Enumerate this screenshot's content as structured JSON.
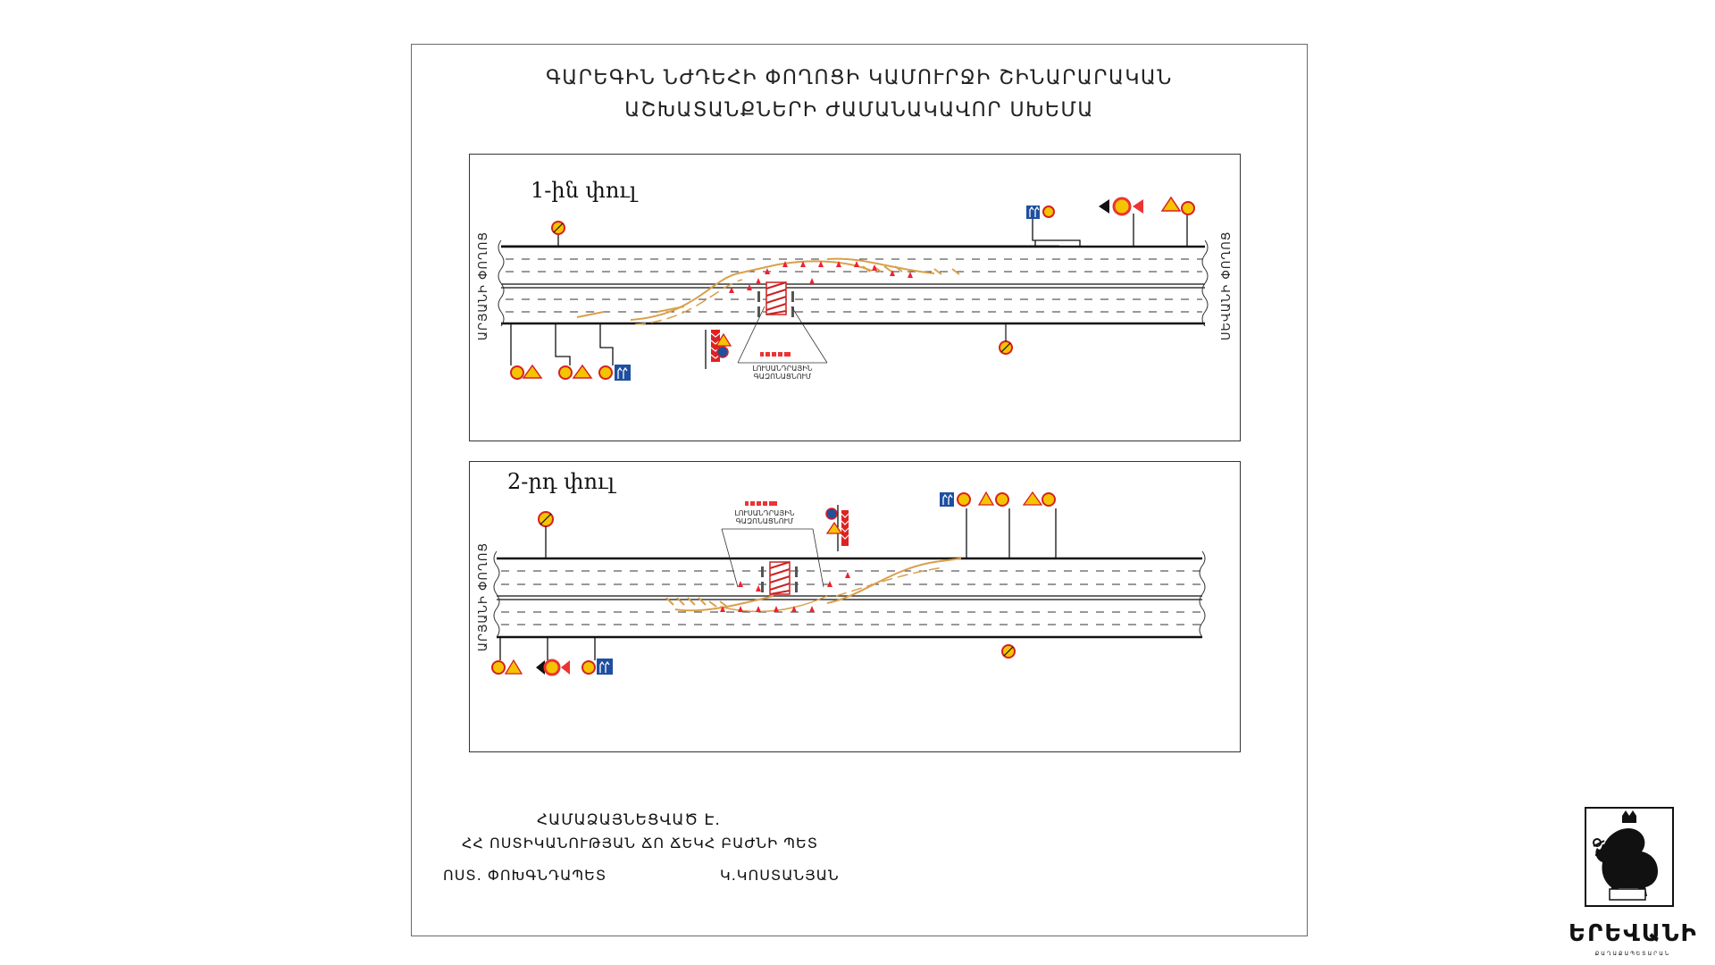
{
  "document": {
    "title_line1": "ԳԱՐԵԳԻՆ ՆԺԴԵՀԻ ՓՈՂՈՑԻ ԿԱՄՈՒՐՋԻ ՇԻՆԱՐԱՐԱԿԱՆ",
    "title_line2": "ԱՇԽԱՏԱՆՔՆԵՐԻ ԺԱՄԱՆԱԿԱՎՈՐ ՍԽԵՄԱ",
    "phase1": {
      "label": "1-ին փուլ",
      "road_left": "ԱՐՅԱՆԻ ՓՈՂՈՑ",
      "road_right": "ՍԵՎԱՆԻ ՓՈՂՈՑ",
      "zone_label": "ԼՈՒՍԱՆԴՐԱՅԻՆ ԳԱԶՈՆԱՑՆՈՒՄ"
    },
    "phase2": {
      "label": "2-րդ փուլ",
      "road_left": "ԱՐՅԱՆԻ ՓՈՂՈՑ",
      "zone_label": "ԼՈՒՍԱՆԴՐԱՅԻՆ ԳԱԶՈՆԱՑՆՈՒՄ"
    },
    "approval": {
      "heading": "ՀԱՄԱՁԱՅՆԵՑՎԱԾ Է.",
      "department": "ՀՀ ՈՍՏԻԿԱՆՈՒԹՅԱՆ ՃՈ ՃԵԿՀ ԲԱԺՆԻ ՊԵՏ",
      "role": "ՈՍՏ. ՓՈԽԳՆԴԱՊԵՏ",
      "name": "Կ.ԿՈՍՏԱՆՅԱՆ"
    }
  },
  "logo": {
    "name": "ԵՐԵՎԱՆԻ",
    "subtitle": "ՔԱՂԱՔԱՊԵՏԱՐԱՆ",
    "emblem": "lion-emblem-icon"
  },
  "colors": {
    "detour": "#d9a04a",
    "sign_yellow": "#f5c400",
    "sign_red": "#d62020",
    "sign_blue": "#1f4fa0",
    "barrier_red": "#d22"
  }
}
